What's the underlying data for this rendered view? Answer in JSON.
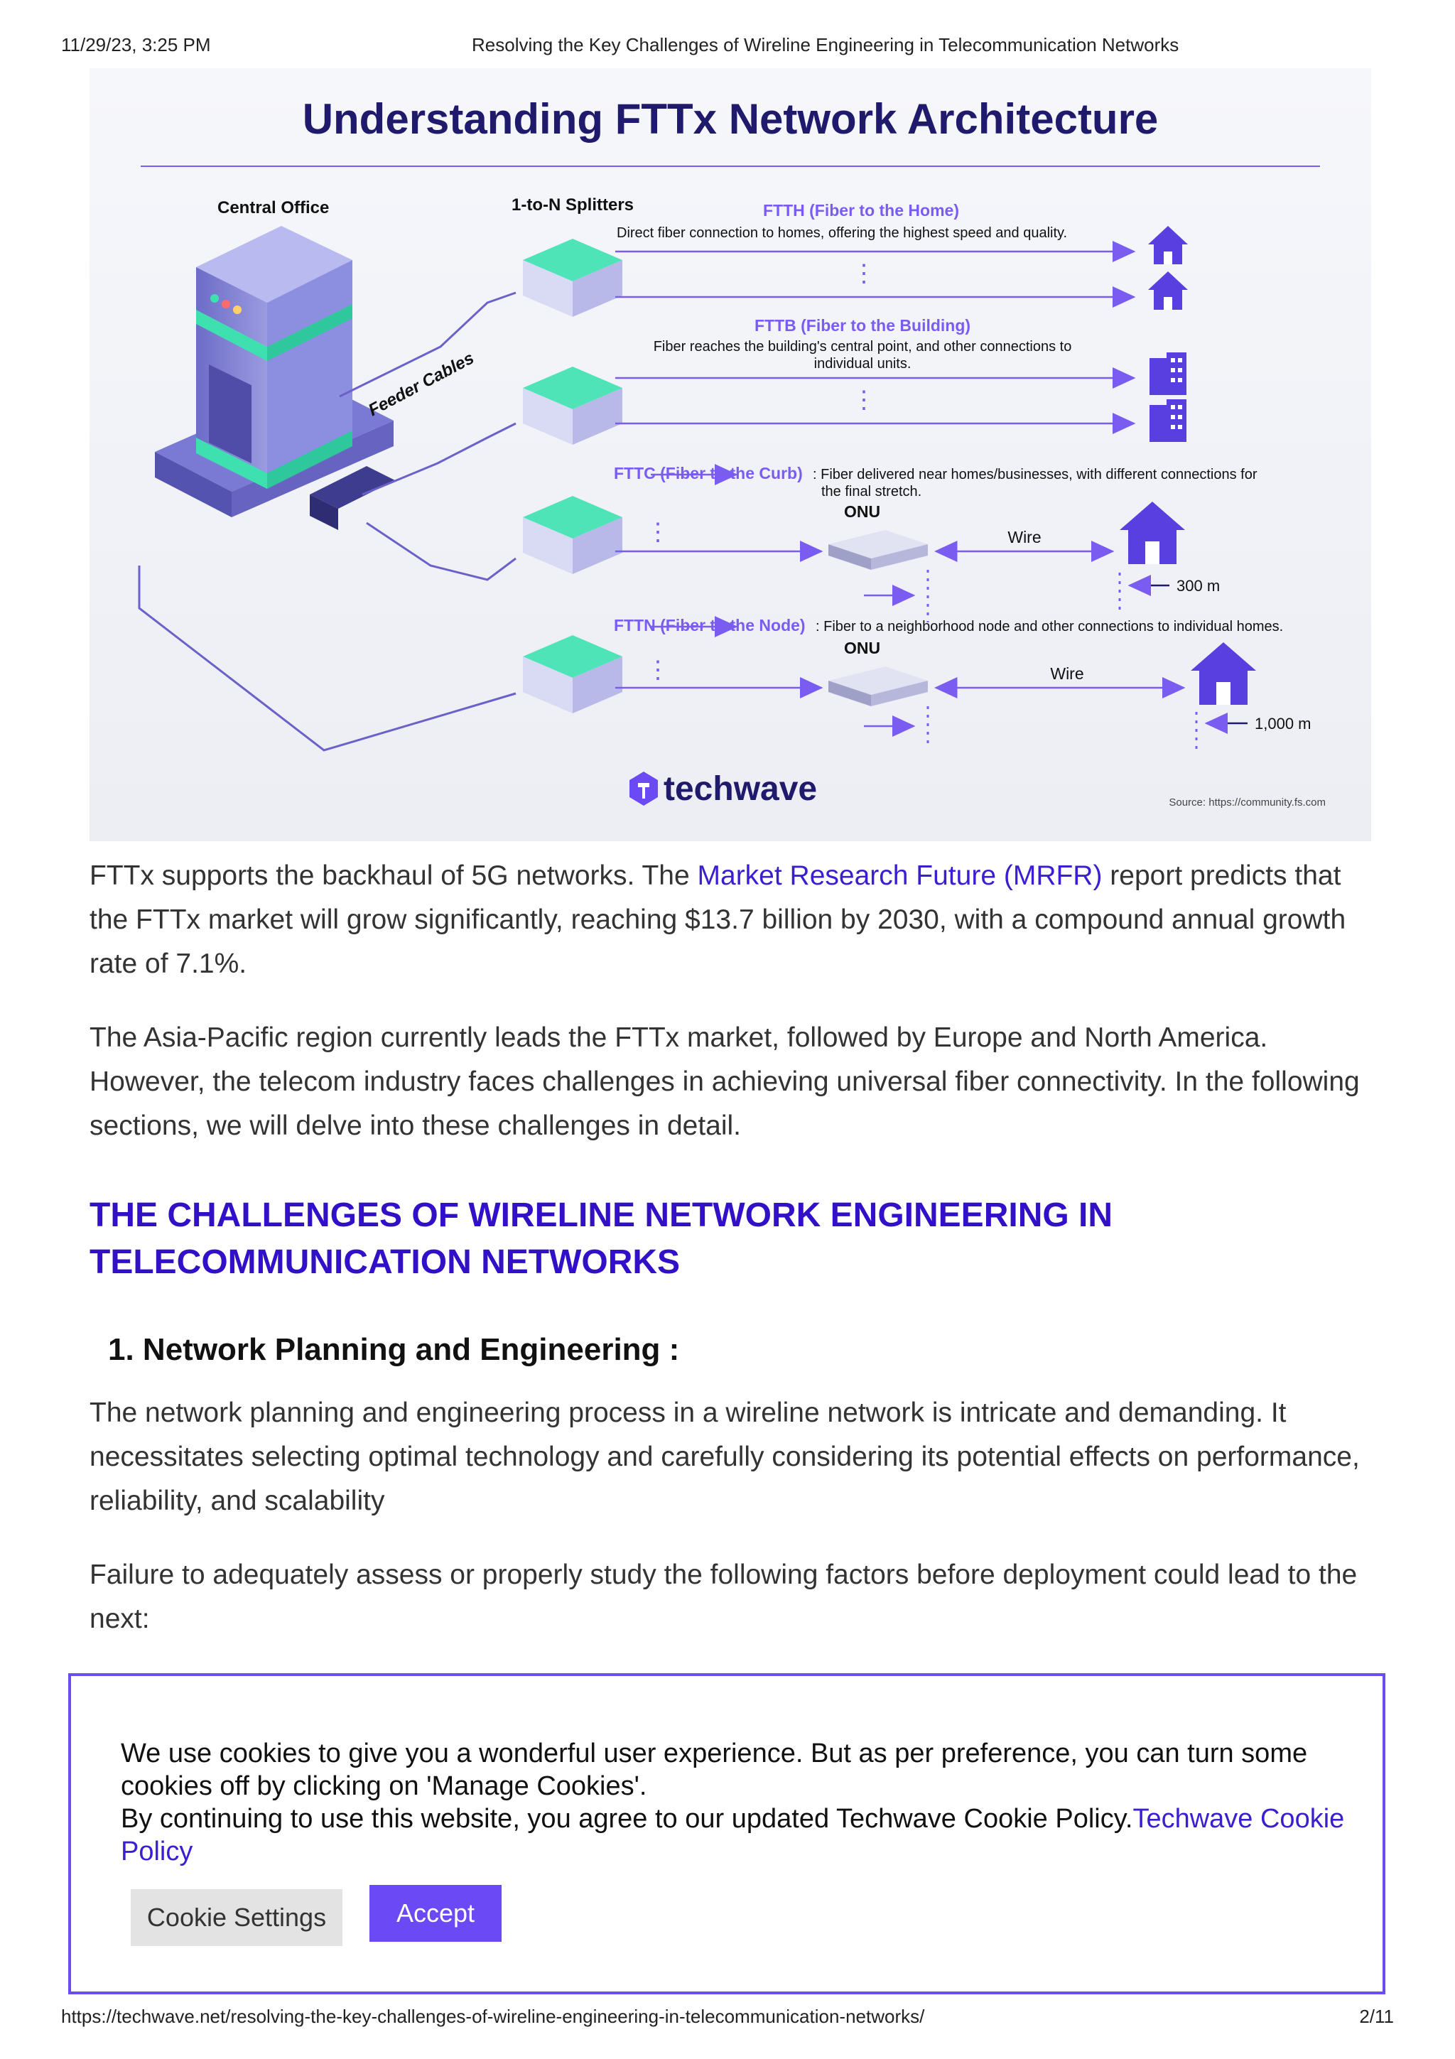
{
  "print_header": {
    "datetime": "11/29/23, 3:25 PM",
    "title": "Resolving the Key Challenges of Wireline Engineering in  Telecommunication Networks"
  },
  "infographic": {
    "title": "Understanding FTTx Network Architecture",
    "central_office": "Central Office",
    "splitters": "1-to-N Splitters",
    "feeder": "Feeder Cables",
    "ftth_title": "FTTH (Fiber to the Home)",
    "ftth_desc": "Direct fiber connection to homes, offering the highest speed and quality.",
    "fttb_title": "FTTB (Fiber to the Building)",
    "fttb_desc1": "Fiber reaches the building's central point, and other connections to",
    "fttb_desc2": "individual units.",
    "fttc_title": "FTTC (Fiber to the Curb)",
    "fttc_desc1": ": Fiber delivered near homes/businesses, with different connections for",
    "fttc_desc2": "the final stretch.",
    "fttn_title": "FTTN (Fiber to the Node)",
    "fttn_desc": ": Fiber to a neighborhood node and other connections to individual homes.",
    "onu": "ONU",
    "wire": "Wire",
    "dist_fttc": "300 m",
    "dist_fttn": "1,000 m",
    "brand": "techwave",
    "source": "Source: https://community.fs.com",
    "colors": {
      "accent": "#7b5cf0",
      "navy": "#1f1a6b",
      "teal": "#3fe0b0"
    }
  },
  "article": {
    "p1_before": "FTTx supports the backhaul of 5G networks. The ",
    "p1_link": "Market Research Future (MRFR)",
    "p1_after": " report predicts that the FTTx market will grow significantly, reaching $13.7 billion by 2030, with a compound annual growth rate of 7.1%.",
    "p2": "The Asia-Pacific region currently leads the FTTx market, followed by Europe and North America. However, the telecom industry faces challenges in achieving universal fiber connectivity. In the following sections, we will delve into these challenges in detail.",
    "h2_line1": "THE CHALLENGES OF WIRELINE NETWORK ENGINEERING IN",
    "h2_line2": "TELECOMMUNICATION NETWORKS",
    "h3": "1. Network Planning and Engineering :",
    "p3": "The network planning and engineering process in a wireline network is intricate and demanding. It necessitates selecting optimal technology and carefully considering its potential effects on performance, reliability, and scalability",
    "p4": "Failure to adequately assess or properly study the following factors before deployment could lead to the next:"
  },
  "cookie": {
    "line1": "We use cookies to give you a wonderful user experience. But as per preference, you can turn some cookies off by clicking on 'Manage Cookies'.",
    "line2": "By continuing to use this website, you agree to our updated Techwave Cookie Policy.",
    "policy_link": "Techwave Cookie Policy",
    "settings_label": "Cookie Settings",
    "accept_label": "Accept"
  },
  "print_footer": {
    "url": "https://techwave.net/resolving-the-key-challenges-of-wireline-engineering-in-telecommunication-networks/",
    "page": "2/11"
  }
}
